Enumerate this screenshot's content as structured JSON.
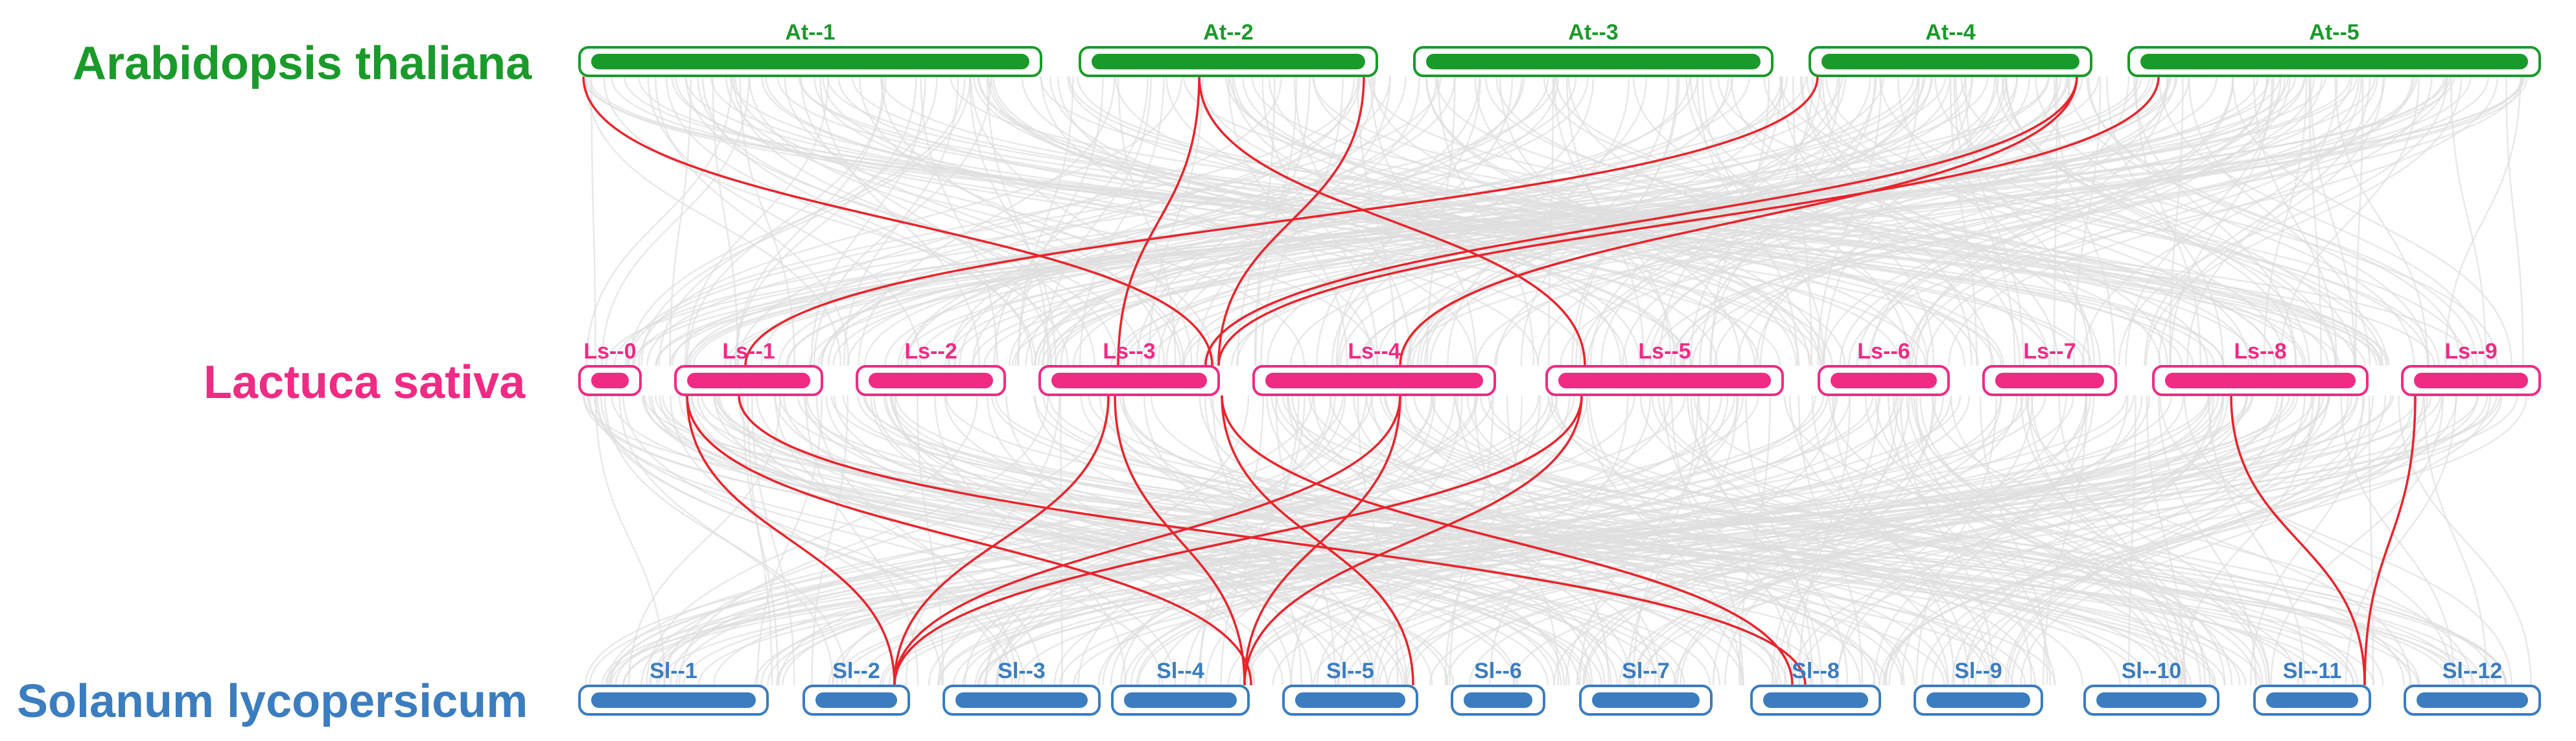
{
  "colors": {
    "at": "#1a9a2a",
    "ls": "#ef2b84",
    "sl": "#3b7dbf",
    "highlight": "#e8242c",
    "background_link": "#dedede"
  },
  "genomes": [
    {
      "key": "at",
      "name": "Arabidopsis thaliana",
      "chromosomes": [
        "At--1",
        "At--2",
        "At--3",
        "At--4",
        "At--5"
      ]
    },
    {
      "key": "ls",
      "name": "Lactuca sativa",
      "chromosomes": [
        "Ls--0",
        "Ls--1",
        "Ls--2",
        "Ls--3",
        "Ls--4",
        "Ls--5",
        "Ls--6",
        "Ls--7",
        "Ls--8",
        "Ls--9"
      ]
    },
    {
      "key": "sl",
      "name": "Solanum lycopersicum",
      "chromosomes": [
        "Sl--1",
        "Sl--2",
        "Sl--3",
        "Sl--4",
        "Sl--5",
        "Sl--6",
        "Sl--7",
        "Sl--8",
        "Sl--9",
        "Sl--10",
        "Sl--11",
        "Sl--12"
      ]
    }
  ]
}
